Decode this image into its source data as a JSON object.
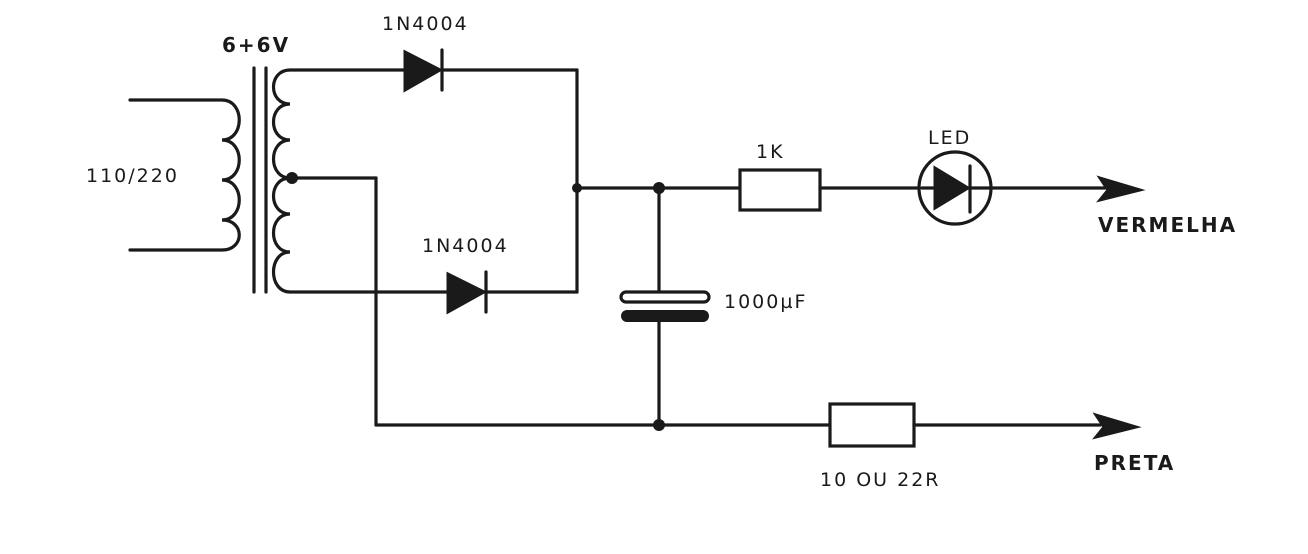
{
  "diagram": {
    "labels": {
      "transformer_rating": "6+6V",
      "input_voltage": "110/220",
      "diode_top": "1N4004",
      "diode_bottom": "1N4004",
      "resistor_1k": "1K",
      "led": "LED",
      "capacitor": "1000µF",
      "resistor_out": "10 OU 22R",
      "output_positive": "VERMELHA",
      "output_negative": "PRETA"
    },
    "colors": {
      "ink": "#1a1a1a",
      "paper": "#ffffff"
    }
  }
}
